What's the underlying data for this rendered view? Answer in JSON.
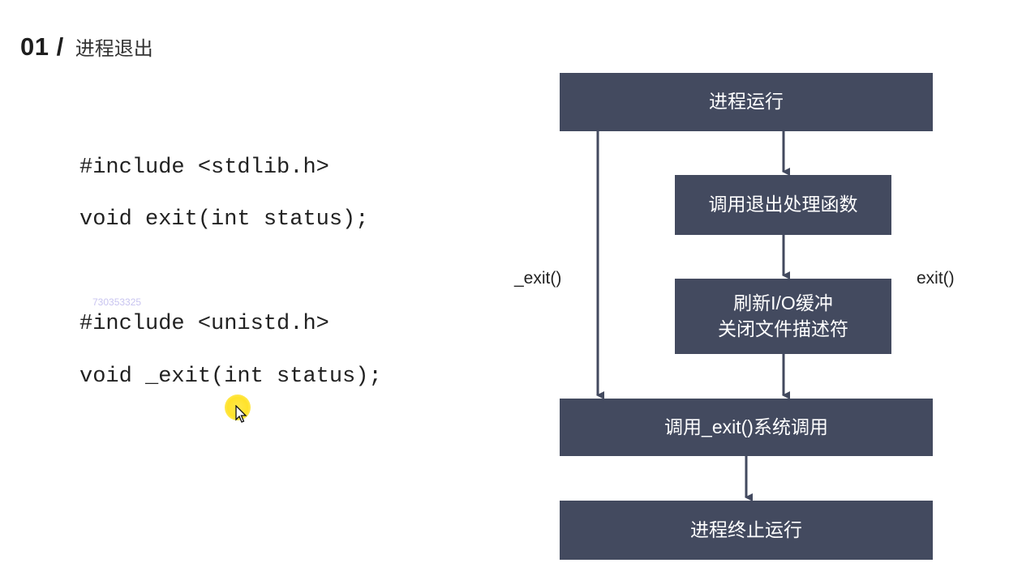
{
  "header": {
    "number": "01 /",
    "title": "进程退出"
  },
  "code": {
    "line1": "#include <stdlib.h>",
    "line2": "void exit(int status);",
    "line3": "#include <unistd.h>",
    "line4": "void _exit(int status);"
  },
  "watermark": "730353325",
  "flow": {
    "box_run": "进程运行",
    "box_handlers": "调用退出处理函数",
    "box_flush_line1": "刷新I/O缓冲",
    "box_flush_line2": "关闭文件描述符",
    "box_syscall": "调用_exit()系统调用",
    "box_terminate": "进程终止运行",
    "label_left": "_exit()",
    "label_right": "exit()"
  },
  "colors": {
    "box_fill": "#434a5f",
    "arrow": "#434a5f",
    "cursor_highlight": "#ffe22a"
  }
}
